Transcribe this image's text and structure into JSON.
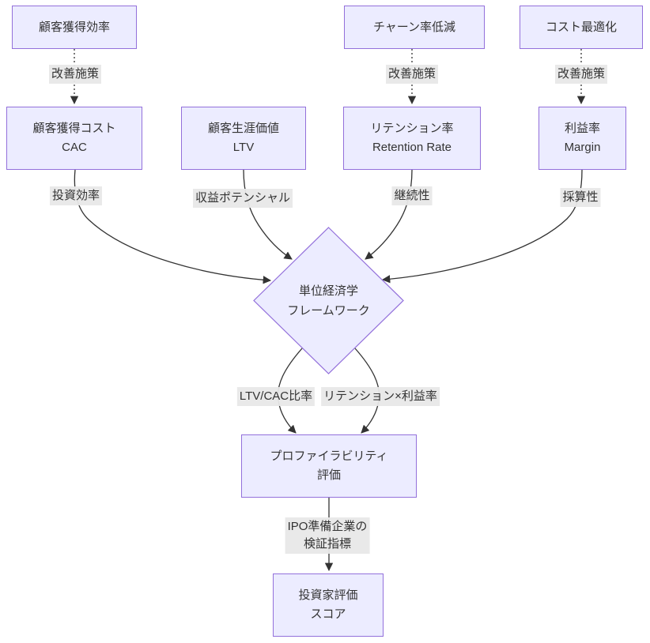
{
  "diagram_type": "flowchart",
  "colors": {
    "node_fill": "#ECECFF",
    "node_border": "#9370DB",
    "edge_stroke": "#333333",
    "edge_label_bg": "#e8e8e8",
    "text": "#333333",
    "background": "#ffffff"
  },
  "nodes": {
    "goal_cac": {
      "label": "顧客獲得効率"
    },
    "goal_churn": {
      "label": "チャーン率低減"
    },
    "goal_cost": {
      "label": "コスト最適化"
    },
    "cac": {
      "line1": "顧客獲得コスト",
      "line2": "CAC"
    },
    "ltv": {
      "line1": "顧客生涯価値",
      "line2": "LTV"
    },
    "retention": {
      "line1": "リテンション率",
      "line2": "Retention Rate"
    },
    "margin": {
      "line1": "利益率",
      "line2": "Margin"
    },
    "framework": {
      "line1": "単位経済学",
      "line2": "フレームワーク"
    },
    "profitability": {
      "line1": "プロファイラビリティ",
      "line2": "評価"
    },
    "investor": {
      "line1": "投資家評価",
      "line2": "スコア"
    }
  },
  "edge_labels": {
    "improve_1": "改善施策",
    "improve_2": "改善施策",
    "improve_3": "改善施策",
    "investment_efficiency": "投資効率",
    "revenue_potential": "収益ポテンシャル",
    "continuity": "継続性",
    "profitability": "採算性",
    "ltv_cac_ratio": "LTV/CAC比率",
    "retention_x_margin": "リテンション×利益率",
    "ipo_line1": "IPO準備企業の",
    "ipo_line2": "検証指標"
  }
}
